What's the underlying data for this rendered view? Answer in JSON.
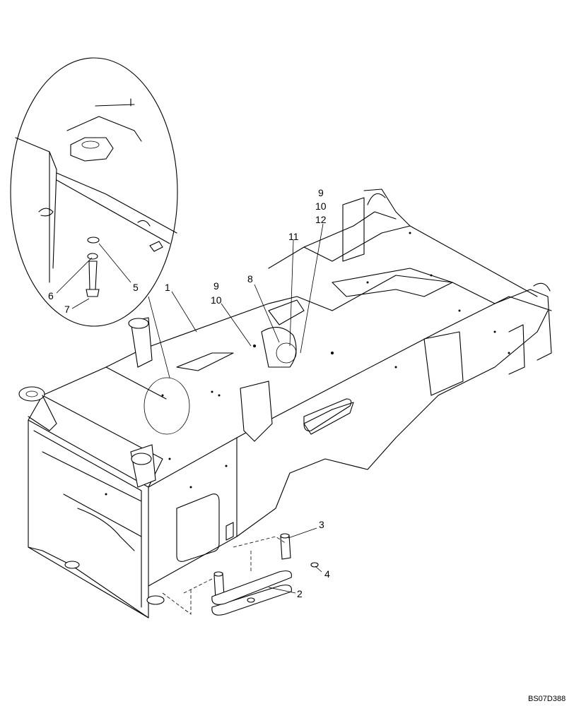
{
  "drawing_code": "BS07D388",
  "callouts": {
    "c1": "1",
    "c2": "2",
    "c3": "3",
    "c4": "4",
    "c5": "5",
    "c6": "6",
    "c7": "7",
    "c8": "8",
    "c9a": "9",
    "c10a": "10",
    "c12": "12",
    "c11": "11",
    "c9b": "9",
    "c10b": "10"
  }
}
